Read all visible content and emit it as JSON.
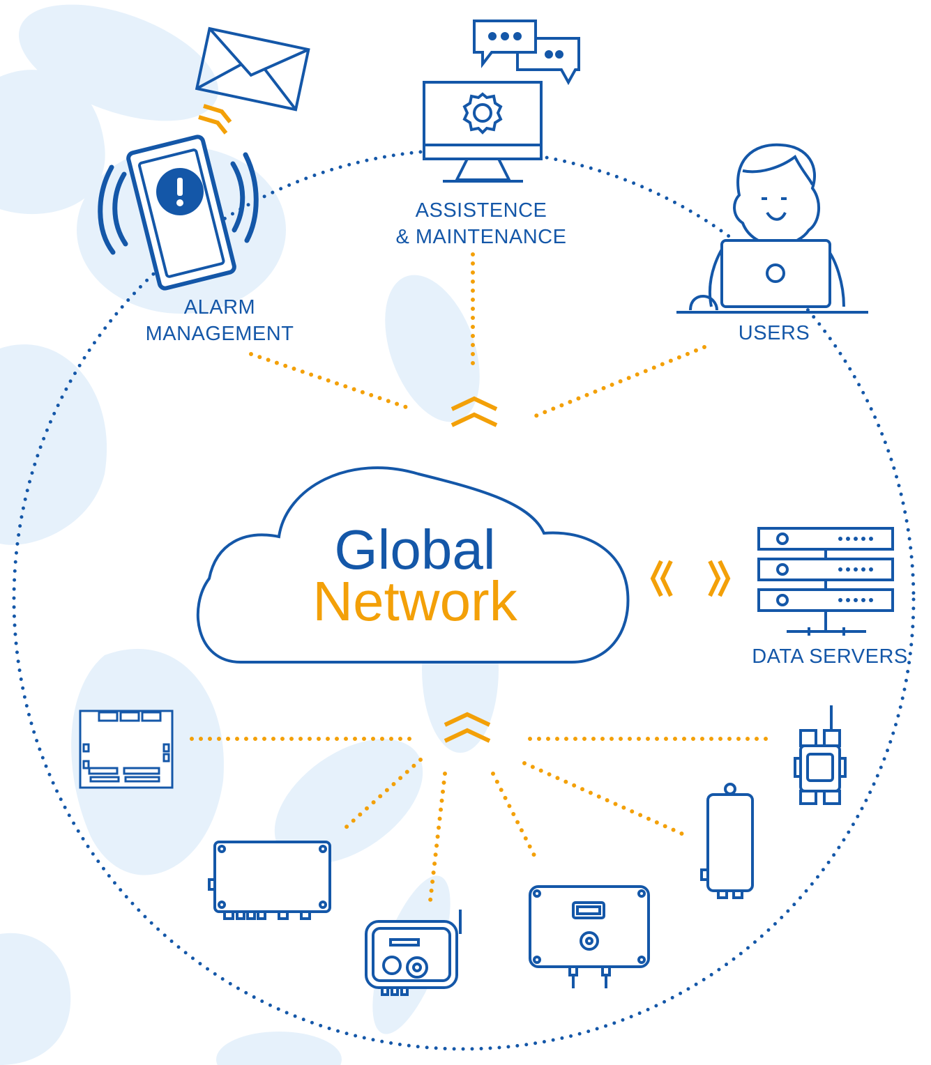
{
  "cloud": {
    "line1": "Global",
    "line2": "Network"
  },
  "labels": {
    "assistance": [
      "ASSISTENCE",
      "& MAINTENANCE"
    ],
    "alarm": [
      "ALARM",
      "MANAGEMENT"
    ],
    "users": "USERS",
    "servers": "DATA SERVERS"
  },
  "colors": {
    "blue": "#1457a8",
    "orange": "#f3a008",
    "bg_blob": "#e6f1fb"
  },
  "icons": [
    "envelope-icon",
    "alert-phone-icon",
    "chat-bubbles-icon",
    "monitor-gear-icon",
    "user-laptop-icon",
    "server-rack-icon",
    "controller-board-icon",
    "enclosure-box-icon",
    "wireless-display-device-icon",
    "display-unit-icon",
    "cylinder-sensor-icon",
    "wireless-module-icon"
  ]
}
